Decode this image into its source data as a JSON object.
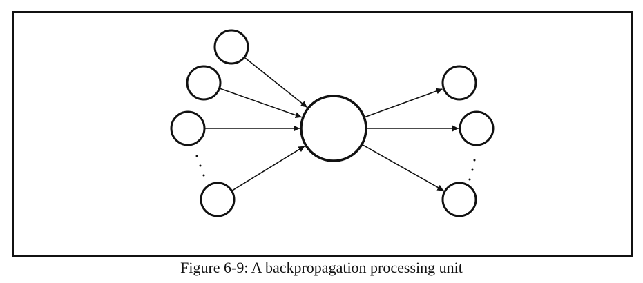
{
  "figure": {
    "caption": "Figure 6-9: A backpropagation processing unit",
    "stray_mark": "_"
  },
  "diagram": {
    "type": "neural-network-processing-unit",
    "colors": {
      "stroke": "#111111",
      "fill": "#ffffff"
    },
    "nodes": [
      {
        "id": "input-1",
        "role": "input"
      },
      {
        "id": "input-2",
        "role": "input"
      },
      {
        "id": "input-3",
        "role": "input"
      },
      {
        "id": "input-n",
        "role": "input"
      },
      {
        "id": "processing-unit",
        "role": "processing-unit"
      },
      {
        "id": "output-1",
        "role": "output"
      },
      {
        "id": "output-2",
        "role": "output"
      },
      {
        "id": "output-n",
        "role": "output"
      }
    ],
    "edges": [
      {
        "from": "input-1",
        "to": "processing-unit"
      },
      {
        "from": "input-2",
        "to": "processing-unit"
      },
      {
        "from": "input-3",
        "to": "processing-unit"
      },
      {
        "from": "input-n",
        "to": "processing-unit"
      },
      {
        "from": "processing-unit",
        "to": "output-1"
      },
      {
        "from": "processing-unit",
        "to": "output-2"
      },
      {
        "from": "processing-unit",
        "to": "output-n"
      }
    ],
    "ellipsis_groups": [
      {
        "id": "input-ellipsis",
        "between": [
          "input-3",
          "input-n"
        ]
      },
      {
        "id": "output-ellipsis",
        "between": [
          "output-2",
          "output-n"
        ]
      }
    ]
  }
}
